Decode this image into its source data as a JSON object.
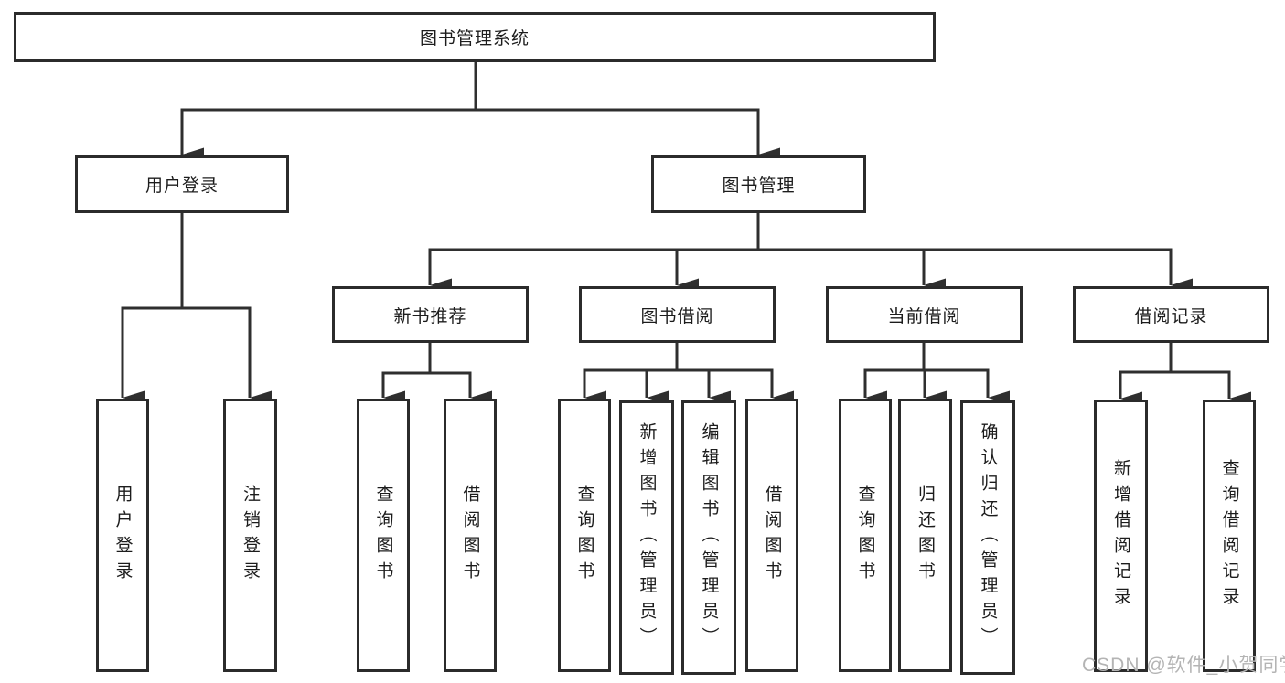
{
  "diagram": {
    "root": "图书管理系统",
    "level2": [
      "用户登录",
      "图书管理"
    ],
    "level3": [
      "新书推荐",
      "图书借阅",
      "当前借阅",
      "借阅记录"
    ],
    "leaves": {
      "user_login": [
        "用户登录",
        "注销登录"
      ],
      "new_book": [
        "查询图书",
        "借阅图书"
      ],
      "book_borrow": [
        "查询图书",
        "新增图书（管理员）",
        "编辑图书（管理员）",
        "借阅图书"
      ],
      "current_borrow": [
        "查询图书",
        "归还图书",
        "确认归还（管理员）"
      ],
      "borrow_record": [
        "新增借阅记录",
        "查询借阅记录"
      ]
    }
  },
  "watermark": "CSDN @软件_小贺同学",
  "colors": {
    "line": "#2f2f2f",
    "box_border": "#2b2b2b",
    "text": "#1c1c1c",
    "watermark": "#b4b4b4",
    "background": "#ffffff"
  }
}
